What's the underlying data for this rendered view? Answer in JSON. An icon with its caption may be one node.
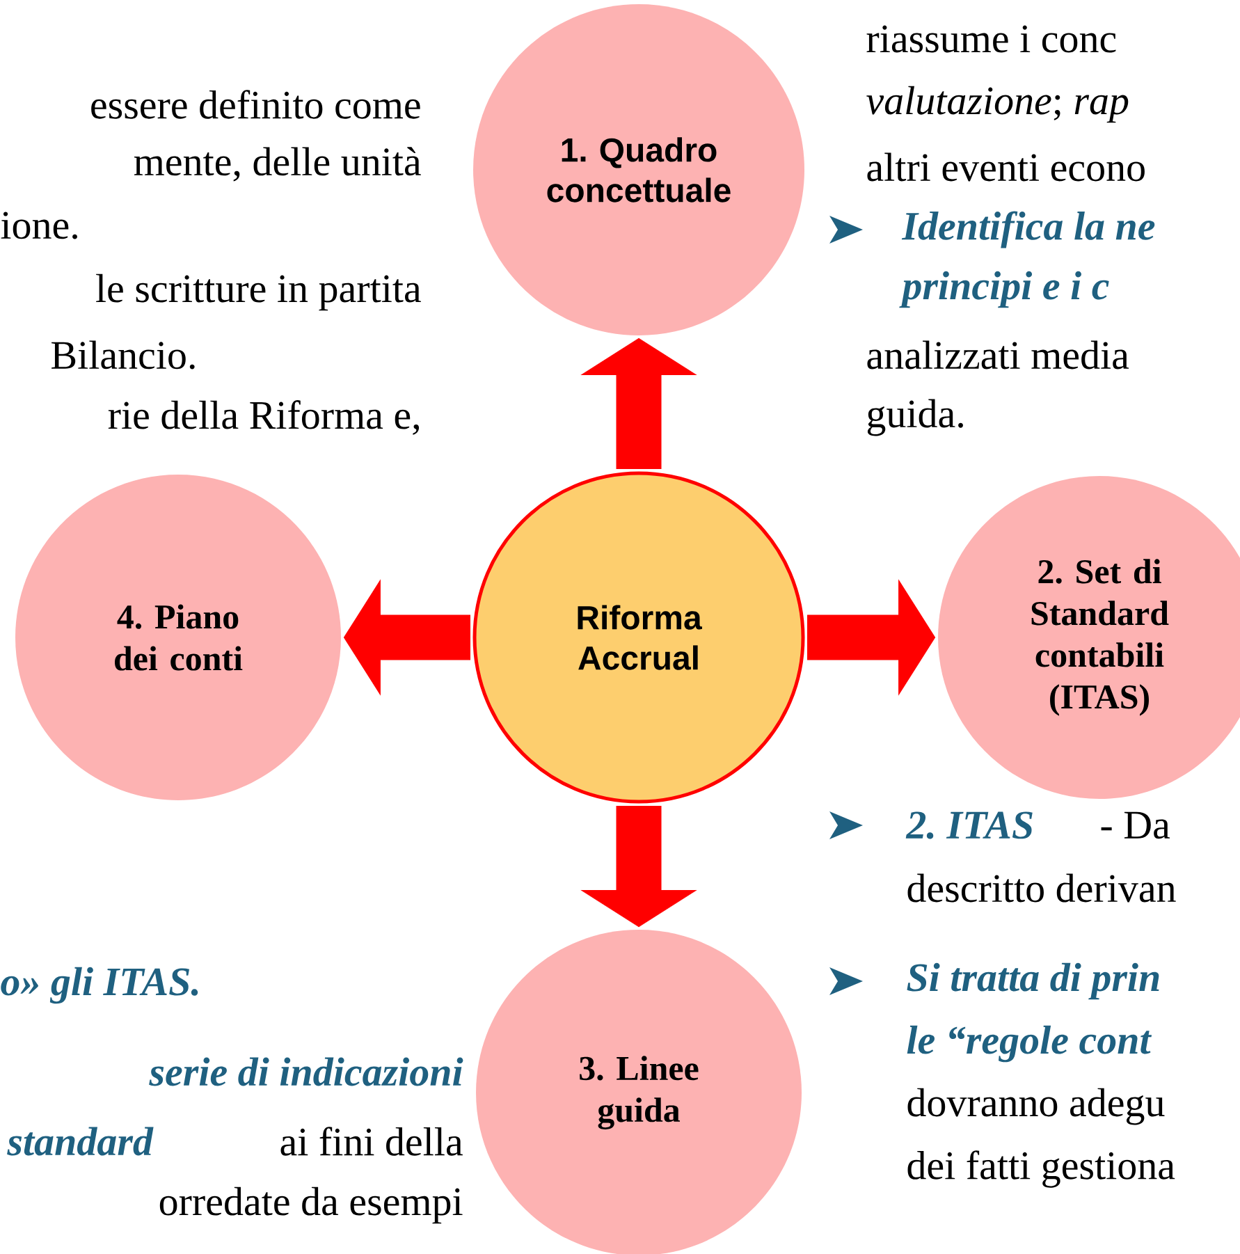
{
  "diagram": {
    "nodes": [
      {
        "text": [
          "1. Quadro concettuale"
        ]
      },
      {
        "text": [
          "4. Piano dei conti"
        ]
      },
      {
        "text": [
          "Riforma Accrual"
        ]
      },
      {
        "text": [
          "2. Set di Standard contabili (ITAS)"
        ]
      },
      {
        "text": [
          "3. Linee guida"
        ]
      }
    ],
    "edges": [
      {
        "from": 2,
        "to": 0,
        "arrow": "to"
      },
      {
        "from": 2,
        "to": 1,
        "arrow": "to"
      },
      {
        "from": 2,
        "to": 3,
        "arrow": "to"
      },
      {
        "from": 2,
        "to": 4,
        "arrow": "to"
      }
    ],
    "labels": [
      "essere definito come",
      "mente, delle unità",
      "ione.",
      "le scritture in partita",
      "Bilancio.",
      "rie della Riforma e,",
      "riassume i conc",
      "*valutazione*; *rap*",
      "altri eventi econo",
      "Identifica la ne",
      "principi e i c",
      "analizzati media",
      "guida.",
      "2. ITAS",
      "- Da",
      "descritto derivan",
      "o» gli ITAS.",
      "serie di indicazioni",
      "standard",
      "ai fini della",
      "orredate da esempi",
      "Si tratta di prin",
      "le “regole cont",
      "dovranno adegu",
      "dei fatti gestiona"
    ]
  }
}
